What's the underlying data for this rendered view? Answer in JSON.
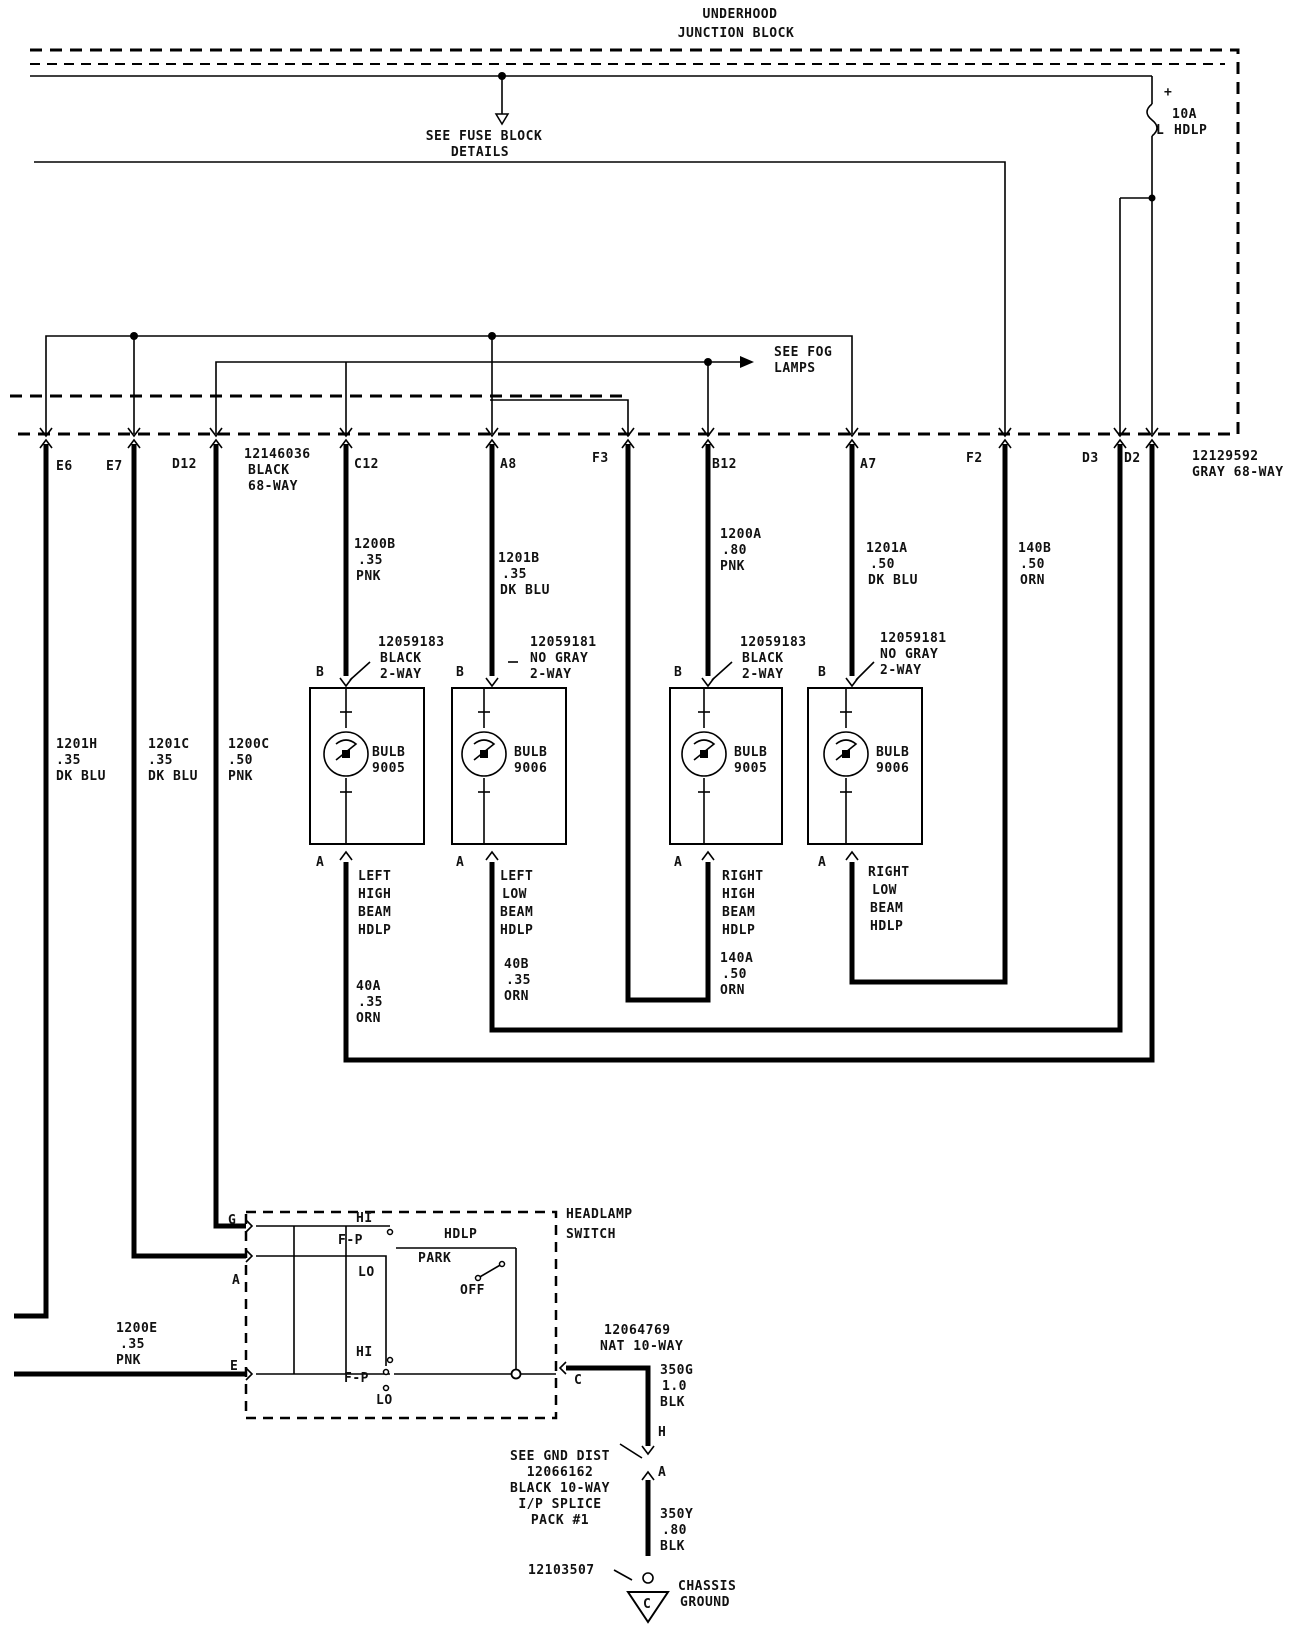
{
  "junction_block": {
    "title_line1": "UNDERHOOD",
    "title_line2": "JUNCTION BLOCK",
    "fuse_plus": "+",
    "fuse_rating": "10A",
    "fuse_name": "HDLP",
    "fuse_minus": "L",
    "fuse_block_ref_line1": "SEE FUSE BLOCK",
    "fuse_block_ref_line2": "DETAILS",
    "fog_ref_line1": "SEE FOG",
    "fog_ref_line2": "LAMPS"
  },
  "connectors": {
    "left_part": "12146036",
    "left_color": "BLACK",
    "left_way": "68-WAY",
    "right_part": "12129592",
    "right_desc": "GRAY 68-WAY"
  },
  "pins": {
    "e6": "E6",
    "e7": "E7",
    "d12": "D12",
    "c12": "C12",
    "a8": "A8",
    "f3": "F3",
    "b12": "B12",
    "a7": "A7",
    "f2": "F2",
    "d3": "D3",
    "d2": "D2"
  },
  "wires": {
    "w1201h": [
      "1201H",
      ".35",
      "DK BLU"
    ],
    "w1201c": [
      "1201C",
      ".35",
      "DK BLU"
    ],
    "w1200c": [
      "1200C",
      ".50",
      "PNK"
    ],
    "w1200b": [
      "1200B",
      ".35",
      "PNK"
    ],
    "w1201b": [
      "1201B",
      ".35",
      "DK BLU"
    ],
    "w1200a": [
      "1200A",
      ".80",
      "PNK"
    ],
    "w1201a": [
      "1201A",
      ".50",
      "DK BLU"
    ],
    "w140b": [
      "140B",
      ".50",
      "ORN"
    ],
    "w40a": [
      "40A",
      ".35",
      "ORN"
    ],
    "w40b": [
      "40B",
      ".35",
      "ORN"
    ],
    "w140a": [
      "140A",
      ".50",
      "ORN"
    ],
    "w1200e": [
      "1200E",
      ".35",
      "PNK"
    ],
    "w350g": [
      "350G",
      "1.0",
      "BLK"
    ],
    "w350y": [
      "350Y",
      ".80",
      "BLK"
    ]
  },
  "lamps": [
    {
      "connector_part": "12059183",
      "connector_color": "BLACK",
      "connector_way": "2-WAY",
      "pin_b": "B",
      "pin_a": "A",
      "bulb_label": "BULB",
      "bulb_number": "9005",
      "name": [
        "LEFT",
        "HIGH",
        "BEAM",
        "HDLP"
      ]
    },
    {
      "connector_part": "12059181",
      "connector_color": "NO GRAY",
      "connector_way": "2-WAY",
      "pin_b": "B",
      "pin_a": "A",
      "bulb_label": "BULB",
      "bulb_number": "9006",
      "name": [
        "LEFT",
        "LOW",
        "BEAM",
        "HDLP"
      ]
    },
    {
      "connector_part": "12059183",
      "connector_color": "BLACK",
      "connector_way": "2-WAY",
      "pin_b": "B",
      "pin_a": "A",
      "bulb_label": "BULB",
      "bulb_number": "9005",
      "name": [
        "RIGHT",
        "HIGH",
        "BEAM",
        "HDLP"
      ]
    },
    {
      "connector_part": "12059181",
      "connector_color": "NO GRAY",
      "connector_way": "2-WAY",
      "pin_b": "B",
      "pin_a": "A",
      "bulb_label": "BULB",
      "bulb_number": "9006",
      "name": [
        "RIGHT",
        "LOW",
        "BEAM",
        "HDLP"
      ]
    }
  ],
  "switch": {
    "title_line1": "HEADLAMP",
    "title_line2": "SWITCH",
    "pin_g": "G",
    "pin_a": "A",
    "pin_e": "E",
    "pin_c": "C",
    "hi_top": "HI",
    "fp_top": "F-P",
    "lo_top": "LO",
    "hdlp": "HDLP",
    "park": "PARK",
    "off": "OFF",
    "hi_bottom": "HI",
    "fp_bottom": "F-P",
    "lo_bottom": "LO"
  },
  "ground": {
    "switch_connector_part": "12064769",
    "switch_connector_desc": "NAT 10-WAY",
    "pin_h": "H",
    "pin_a": "A",
    "ref_lines": [
      "SEE GND DIST",
      "12066162",
      "BLACK 10-WAY",
      "I/P SPLICE",
      "PACK #1"
    ],
    "terminal_part": "12103507",
    "ground_id": "C",
    "label_line1": "CHASSIS",
    "label_line2": "GROUND"
  }
}
